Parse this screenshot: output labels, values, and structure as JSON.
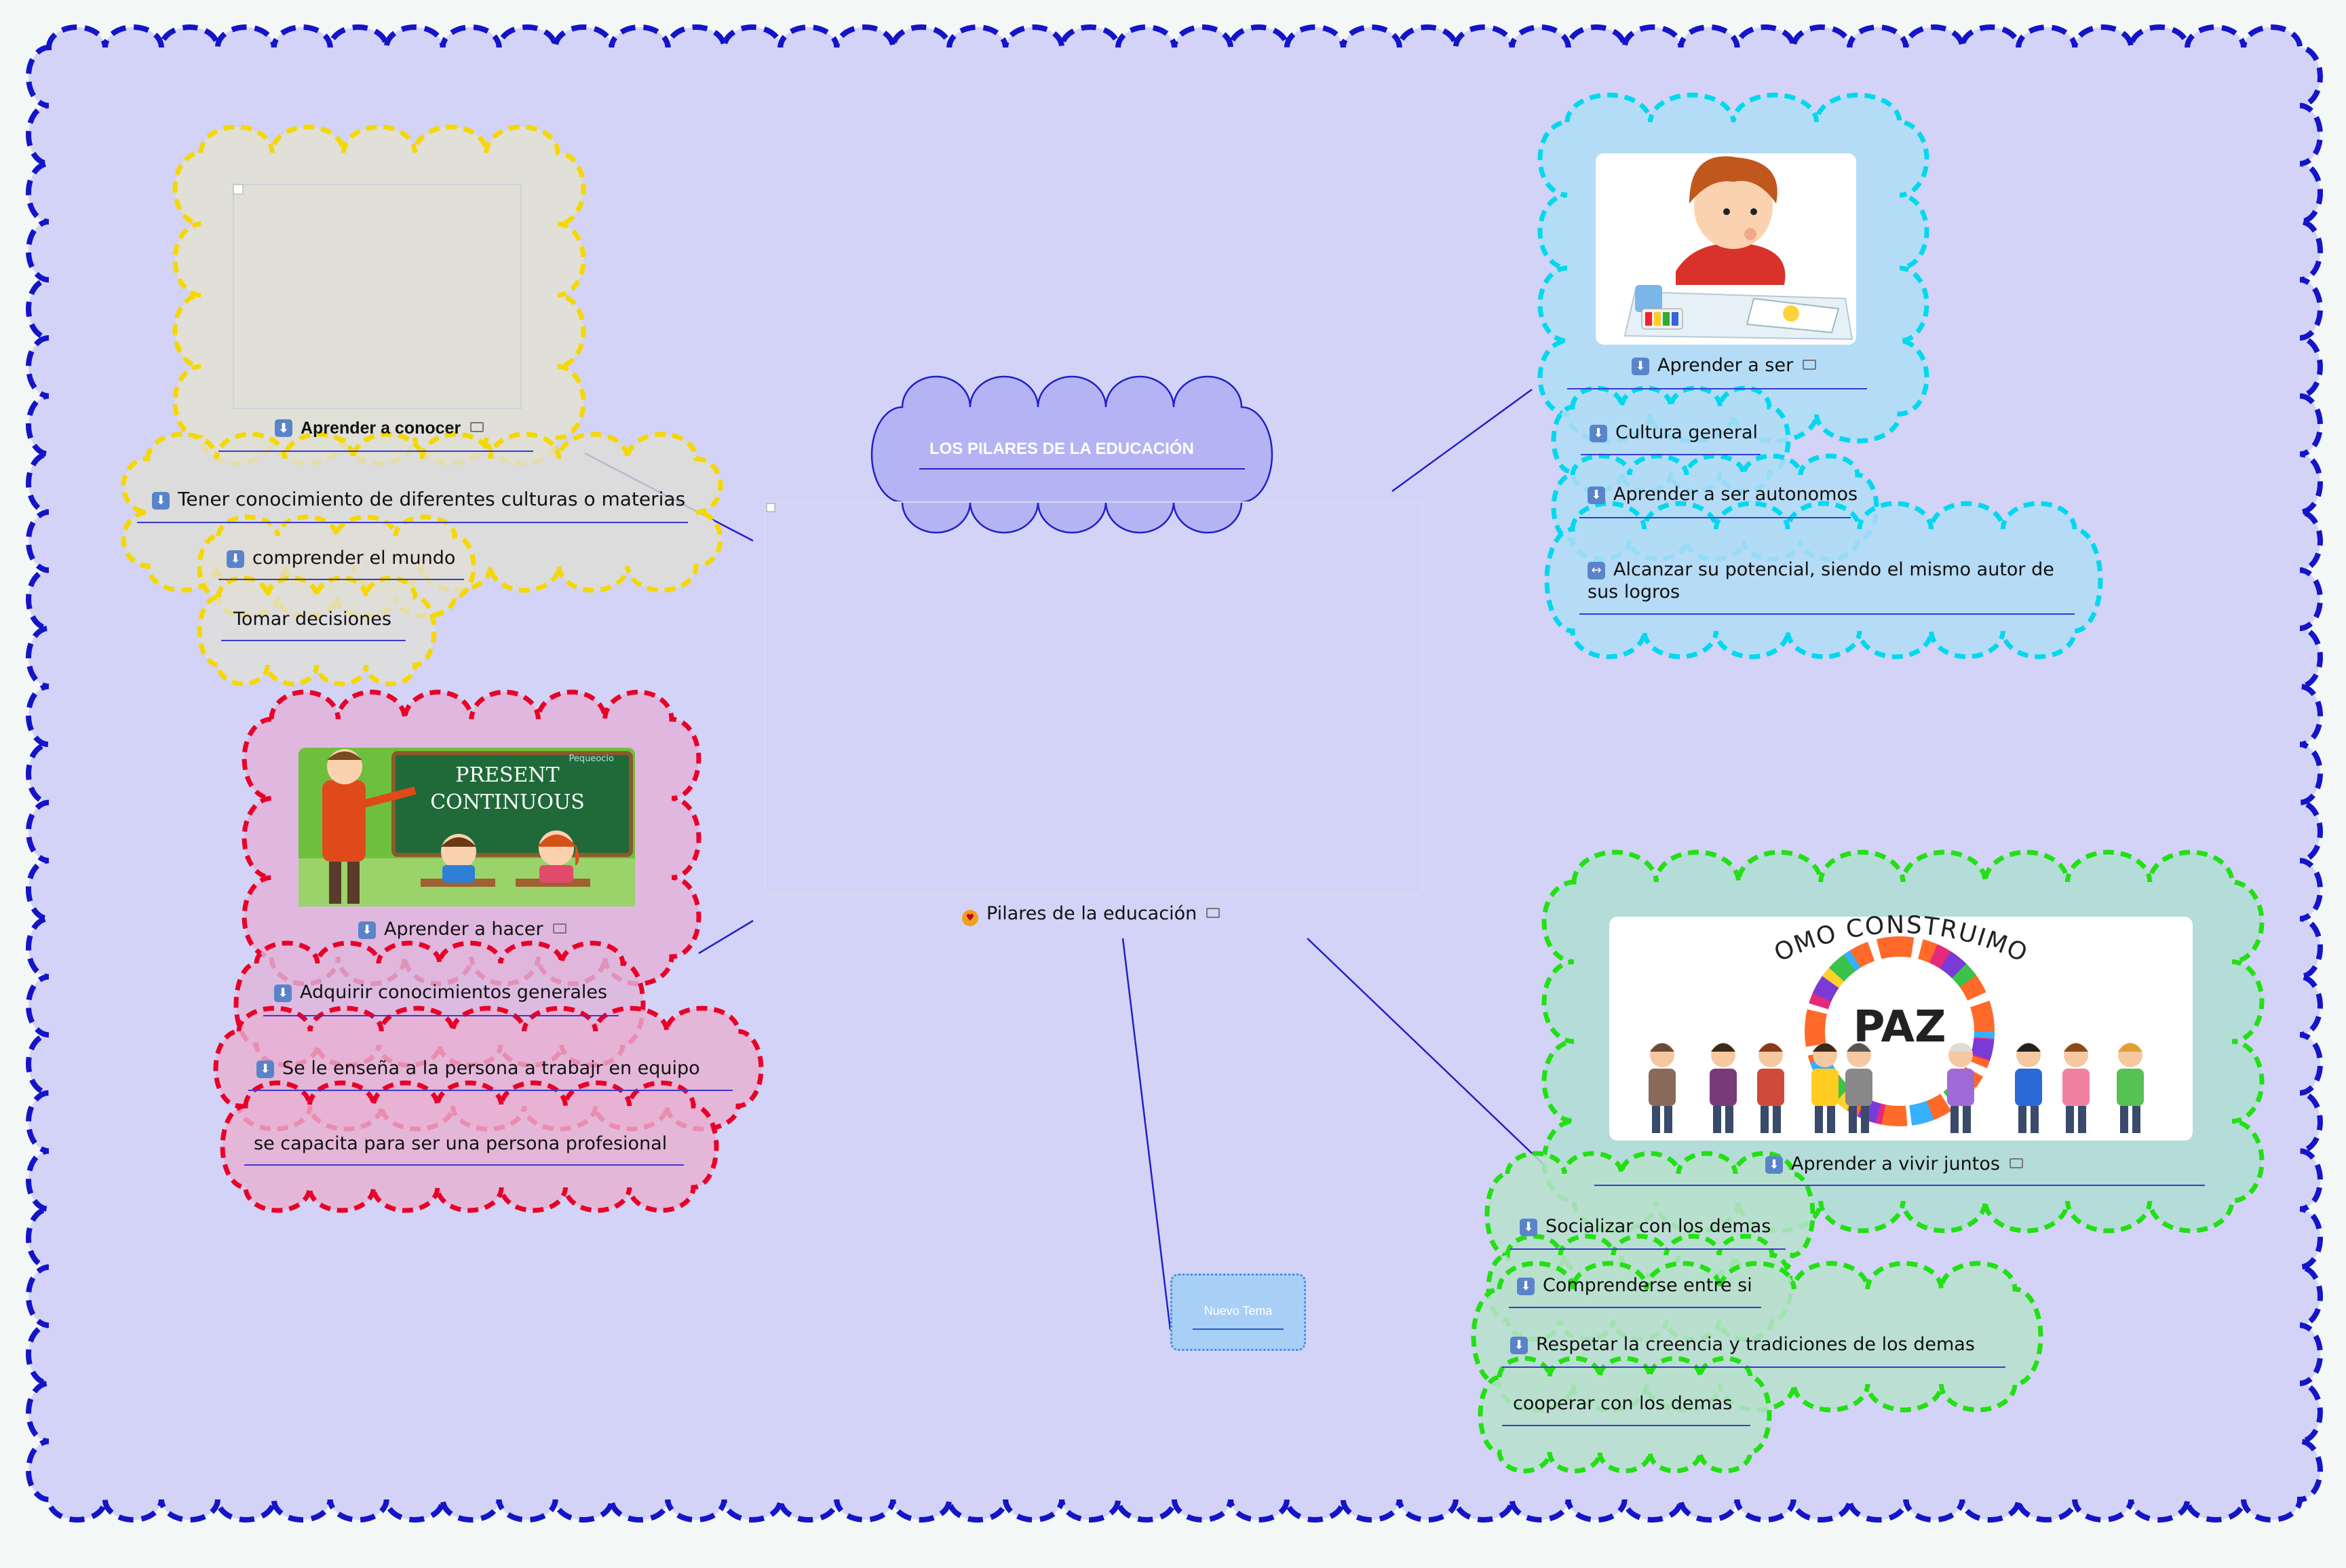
{
  "title": "LOS PILARES DE LA EDUCACIÓN",
  "central": {
    "label": "Pilares de la educación",
    "icon": "heart-eyes-emoji-icon"
  },
  "new_topic": "Nuevo Tema",
  "colors": {
    "background": "#d2d3f6",
    "main_border": "#1414c8",
    "conocer": "#f5d800",
    "ser": "#00d8f0",
    "hacer": "#e80028",
    "vivir": "#22e014",
    "title_cloud": "#b4b4f5",
    "connector": "#2020c8"
  },
  "branches": {
    "conocer": {
      "label": "Aprender a conocer",
      "items": [
        "Tener conocimiento de diferentes culturas o materias",
        "comprender el mundo",
        "Tomar decisiones"
      ]
    },
    "ser": {
      "label": "Aprender a ser",
      "items": [
        "Cultura general",
        "Aprender a ser autonomos"
      ],
      "extra": [
        "Alcanzar su potencial, siendo el mismo autor de",
        "sus logros"
      ]
    },
    "hacer": {
      "label": "Aprender a  hacer",
      "items": [
        "Adquirir conocimientos generales",
        "Se le enseña a la persona  a trabajr en equipo"
      ],
      "extra": "se capacita para ser una persona profesional",
      "image_text": [
        "PRESENT",
        "CONTINUOUS"
      ],
      "image_logo": "Pequeocio"
    },
    "vivir": {
      "label": "Aprender a vivir juntos",
      "items": [
        "Socializar con los demas",
        "Comprenderse entre si",
        "Respetar la creencia y tradiciones de los demas"
      ],
      "extra": "cooperar con los demas",
      "image_text": [
        "COMO CONSTRUIMOS",
        "PAZ"
      ]
    }
  }
}
